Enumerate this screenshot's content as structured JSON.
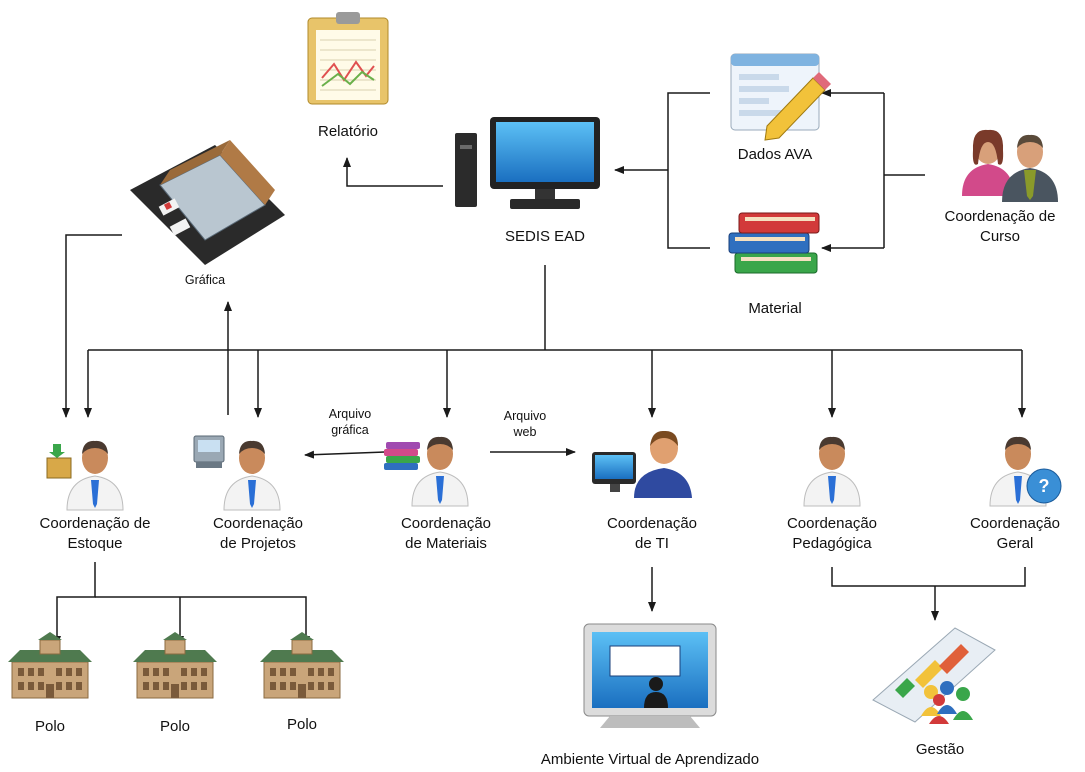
{
  "nodes": {
    "relatorio": {
      "label": "Relatório",
      "icon": "clipboard-chart-icon"
    },
    "sedis": {
      "label": "SEDIS EAD",
      "icon": "desktop-computer-icon"
    },
    "dados_ava": {
      "label": "Dados AVA",
      "icon": "form-pencil-icon"
    },
    "material": {
      "label": "Material",
      "icon": "books-stack-icon"
    },
    "coord_curso": {
      "label1": "Coordenação de",
      "label2": "Curso",
      "icon": "people-pair-icon"
    },
    "grafica": {
      "label": "Gráfica",
      "icon": "factory-building-icon"
    },
    "coord_estoque": {
      "label1": "Coordenação de",
      "label2": "Estoque",
      "icon": "person-box-icon"
    },
    "coord_projetos": {
      "label1": "Coordenação",
      "label2": "de Projetos",
      "icon": "person-printer-icon"
    },
    "coord_materiais": {
      "label1": "Coordenação",
      "label2": "de Materiais",
      "icon": "person-books-icon"
    },
    "coord_ti": {
      "label1": "Coordenação",
      "label2": "de TI",
      "icon": "person-computer-icon"
    },
    "coord_pedagogica": {
      "label1": "Coordenação",
      "label2": "Pedagógica",
      "icon": "person-icon"
    },
    "coord_geral": {
      "label1": "Coordenação",
      "label2": "Geral",
      "icon": "person-help-icon"
    },
    "polo": {
      "label": "Polo",
      "icon": "campus-building-icon"
    },
    "ava": {
      "label": "Ambiente Virtual de Aprendizado",
      "icon": "monitor-classroom-icon"
    },
    "gestao": {
      "label": "Gestão",
      "icon": "chart-people-icon"
    }
  },
  "edge_labels": {
    "arquivo_grafica": {
      "line1": "Arquivo",
      "line2": "gráfica"
    },
    "arquivo_web": {
      "line1": "Arquivo",
      "line2": "web"
    }
  },
  "colors": {
    "line": "#1a1a1a",
    "monitor": "#2a8fd6",
    "book_red": "#d23a3a",
    "book_blue": "#2f6fbf",
    "book_green": "#3aa64a",
    "skin": "#c98a5c",
    "hair": "#4a3a30",
    "shirt": "#f2f2f2",
    "tie": "#2a6fd6",
    "building": "#c9a57a",
    "roof": "#4f7a4f"
  }
}
